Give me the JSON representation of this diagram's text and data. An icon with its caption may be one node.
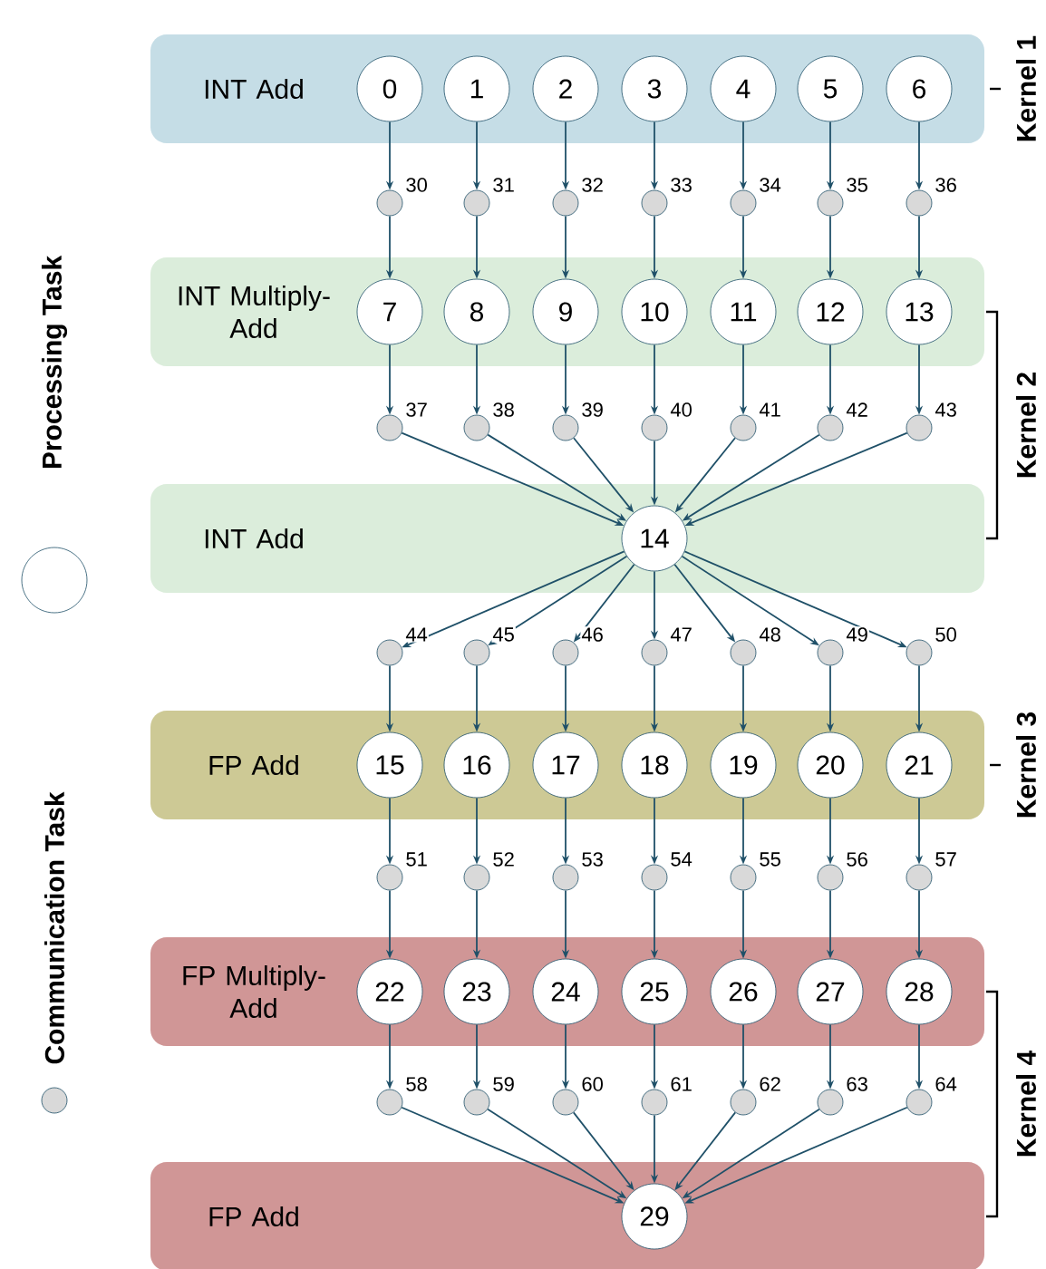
{
  "diagram": {
    "nodes": [
      {
        "text": [
          "INT Add"
        ]
      },
      {
        "text": [
          "0"
        ],
        "in": 0
      },
      {
        "text": [
          "1"
        ],
        "in": 0
      },
      {
        "text": [
          "2"
        ],
        "in": 0
      },
      {
        "text": [
          "3"
        ],
        "in": 0
      },
      {
        "text": [
          "4"
        ],
        "in": 0
      },
      {
        "text": [
          "5"
        ],
        "in": 0
      },
      {
        "text": [
          "6"
        ],
        "in": 0
      },
      {
        "text": [],
        "shape": "circle",
        "beside": [
          "30"
        ]
      },
      {
        "text": [],
        "shape": "circle",
        "beside": [
          "31"
        ]
      },
      {
        "text": [],
        "shape": "circle",
        "beside": [
          "32"
        ]
      },
      {
        "text": [],
        "shape": "circle",
        "beside": [
          "33"
        ]
      },
      {
        "text": [],
        "shape": "circle",
        "beside": [
          "34"
        ]
      },
      {
        "text": [],
        "shape": "circle",
        "beside": [
          "35"
        ]
      },
      {
        "text": [],
        "shape": "circle",
        "beside": [
          "36"
        ]
      },
      {
        "text": [
          "INT Multiply-Add"
        ]
      },
      {
        "text": [
          "7"
        ],
        "in": 15
      },
      {
        "text": [
          "8"
        ],
        "in": 15
      },
      {
        "text": [
          "9"
        ],
        "in": 15
      },
      {
        "text": [
          "10"
        ],
        "in": 15
      },
      {
        "text": [
          "11"
        ],
        "in": 15
      },
      {
        "text": [
          "12"
        ],
        "in": 15
      },
      {
        "text": [
          "13"
        ],
        "in": 15
      },
      {
        "text": [],
        "shape": "circle",
        "beside": [
          "37"
        ]
      },
      {
        "text": [],
        "shape": "circle",
        "beside": [
          "38"
        ]
      },
      {
        "text": [],
        "shape": "circle",
        "beside": [
          "39"
        ]
      },
      {
        "text": [],
        "shape": "circle",
        "beside": [
          "40"
        ]
      },
      {
        "text": [],
        "shape": "circle",
        "beside": [
          "41"
        ]
      },
      {
        "text": [],
        "shape": "circle",
        "beside": [
          "42"
        ]
      },
      {
        "text": [],
        "shape": "circle",
        "beside": [
          "43"
        ]
      },
      {
        "text": [
          "INT Add"
        ]
      },
      {
        "text": [
          "14"
        ],
        "in": 30
      },
      {
        "text": [],
        "shape": "circle",
        "beside": [
          "44"
        ]
      },
      {
        "text": [],
        "shape": "circle",
        "beside": [
          "45"
        ]
      },
      {
        "text": [],
        "shape": "circle",
        "beside": [
          "46"
        ]
      },
      {
        "text": [],
        "shape": "circle",
        "beside": [
          "47"
        ]
      },
      {
        "text": [],
        "shape": "circle",
        "beside": [
          "48"
        ]
      },
      {
        "text": [],
        "shape": "circle",
        "beside": [
          "49"
        ]
      },
      {
        "text": [],
        "shape": "circle",
        "beside": [
          "50"
        ]
      },
      {
        "text": [
          "FP Add"
        ]
      },
      {
        "text": [
          "15"
        ],
        "in": 39
      },
      {
        "text": [
          "16"
        ],
        "in": 39
      },
      {
        "text": [
          "17"
        ],
        "in": 39
      },
      {
        "text": [
          "18"
        ],
        "in": 39
      },
      {
        "text": [
          "19"
        ],
        "in": 39
      },
      {
        "text": [
          "20"
        ],
        "in": 39
      },
      {
        "text": [
          "21"
        ],
        "in": 39
      },
      {
        "text": [],
        "shape": "circle",
        "beside": [
          "51"
        ]
      },
      {
        "text": [],
        "shape": "circle",
        "beside": [
          "52"
        ]
      },
      {
        "text": [],
        "shape": "circle",
        "beside": [
          "53"
        ]
      },
      {
        "text": [],
        "shape": "circle",
        "beside": [
          "54"
        ]
      },
      {
        "text": [],
        "shape": "circle",
        "beside": [
          "55"
        ]
      },
      {
        "text": [],
        "shape": "circle",
        "beside": [
          "56"
        ]
      },
      {
        "text": [],
        "shape": "circle",
        "beside": [
          "57"
        ]
      },
      {
        "text": [
          "FP Multiply-Add"
        ]
      },
      {
        "text": [
          "22"
        ],
        "in": 54
      },
      {
        "text": [
          "23"
        ],
        "in": 54
      },
      {
        "text": [
          "24"
        ],
        "in": 54
      },
      {
        "text": [
          "25"
        ],
        "in": 54
      },
      {
        "text": [
          "26"
        ],
        "in": 54
      },
      {
        "text": [
          "27"
        ],
        "in": 54
      },
      {
        "text": [
          "28"
        ],
        "in": 54
      },
      {
        "text": [],
        "shape": "circle",
        "beside": [
          "58"
        ]
      },
      {
        "text": [],
        "shape": "circle",
        "beside": [
          "59"
        ]
      },
      {
        "text": [],
        "shape": "circle",
        "beside": [
          "60"
        ]
      },
      {
        "text": [],
        "shape": "circle",
        "beside": [
          "61"
        ]
      },
      {
        "text": [],
        "shape": "circle",
        "beside": [
          "62"
        ]
      },
      {
        "text": [],
        "shape": "circle",
        "beside": [
          "63"
        ]
      },
      {
        "text": [],
        "shape": "circle",
        "beside": [
          "64"
        ]
      },
      {
        "text": [
          "FP Add"
        ]
      },
      {
        "text": [
          "29"
        ],
        "in": 69
      }
    ],
    "edges": [
      {
        "from": 1,
        "to": 8,
        "arrow": "to"
      },
      {
        "from": 2,
        "to": 9,
        "arrow": "to"
      },
      {
        "from": 3,
        "to": 10,
        "arrow": "to"
      },
      {
        "from": 4,
        "to": 11,
        "arrow": "to"
      },
      {
        "from": 5,
        "to": 12,
        "arrow": "to"
      },
      {
        "from": 6,
        "to": 13,
        "arrow": "to"
      },
      {
        "from": 7,
        "to": 14,
        "arrow": "to"
      },
      {
        "from": 8,
        "to": 16,
        "arrow": "to"
      },
      {
        "from": 9,
        "to": 17,
        "arrow": "to"
      },
      {
        "from": 10,
        "to": 18,
        "arrow": "to"
      },
      {
        "from": 11,
        "to": 19,
        "arrow": "to"
      },
      {
        "from": 12,
        "to": 20,
        "arrow": "to"
      },
      {
        "from": 13,
        "to": 21,
        "arrow": "to"
      },
      {
        "from": 14,
        "to": 22,
        "arrow": "to"
      },
      {
        "from": 16,
        "to": 23,
        "arrow": "to"
      },
      {
        "from": 17,
        "to": 24,
        "arrow": "to"
      },
      {
        "from": 18,
        "to": 25,
        "arrow": "to"
      },
      {
        "from": 19,
        "to": 26,
        "arrow": "to"
      },
      {
        "from": 20,
        "to": 27,
        "arrow": "to"
      },
      {
        "from": 21,
        "to": 28,
        "arrow": "to"
      },
      {
        "from": 22,
        "to": 29,
        "arrow": "to"
      },
      {
        "from": 23,
        "to": 31,
        "arrow": "to"
      },
      {
        "from": 24,
        "to": 31,
        "arrow": "to"
      },
      {
        "from": 25,
        "to": 31,
        "arrow": "to"
      },
      {
        "from": 26,
        "to": 31,
        "arrow": "to"
      },
      {
        "from": 27,
        "to": 31,
        "arrow": "to"
      },
      {
        "from": 28,
        "to": 31,
        "arrow": "to"
      },
      {
        "from": 29,
        "to": 31,
        "arrow": "to"
      },
      {
        "from": 31,
        "to": 32,
        "arrow": "to"
      },
      {
        "from": 31,
        "to": 33,
        "arrow": "to"
      },
      {
        "from": 31,
        "to": 34,
        "arrow": "to"
      },
      {
        "from": 31,
        "to": 35,
        "arrow": "to"
      },
      {
        "from": 31,
        "to": 36,
        "arrow": "to"
      },
      {
        "from": 31,
        "to": 37,
        "arrow": "to"
      },
      {
        "from": 31,
        "to": 38,
        "arrow": "to"
      },
      {
        "from": 32,
        "to": 40,
        "arrow": "to"
      },
      {
        "from": 33,
        "to": 41,
        "arrow": "to"
      },
      {
        "from": 34,
        "to": 42,
        "arrow": "to"
      },
      {
        "from": 35,
        "to": 43,
        "arrow": "to"
      },
      {
        "from": 36,
        "to": 44,
        "arrow": "to"
      },
      {
        "from": 37,
        "to": 45,
        "arrow": "to"
      },
      {
        "from": 38,
        "to": 46,
        "arrow": "to"
      },
      {
        "from": 40,
        "to": 47,
        "arrow": "to"
      },
      {
        "from": 41,
        "to": 48,
        "arrow": "to"
      },
      {
        "from": 42,
        "to": 49,
        "arrow": "to"
      },
      {
        "from": 43,
        "to": 50,
        "arrow": "to"
      },
      {
        "from": 44,
        "to": 51,
        "arrow": "to"
      },
      {
        "from": 45,
        "to": 52,
        "arrow": "to"
      },
      {
        "from": 46,
        "to": 53,
        "arrow": "to"
      },
      {
        "from": 47,
        "to": 55,
        "arrow": "to"
      },
      {
        "from": 48,
        "to": 56,
        "arrow": "to"
      },
      {
        "from": 49,
        "to": 57,
        "arrow": "to"
      },
      {
        "from": 50,
        "to": 58,
        "arrow": "to"
      },
      {
        "from": 51,
        "to": 59,
        "arrow": "to"
      },
      {
        "from": 52,
        "to": 60,
        "arrow": "to"
      },
      {
        "from": 53,
        "to": 61,
        "arrow": "to"
      },
      {
        "from": 55,
        "to": 62,
        "arrow": "to"
      },
      {
        "from": 56,
        "to": 63,
        "arrow": "to"
      },
      {
        "from": 57,
        "to": 64,
        "arrow": "to"
      },
      {
        "from": 58,
        "to": 65,
        "arrow": "to"
      },
      {
        "from": 59,
        "to": 66,
        "arrow": "to"
      },
      {
        "from": 60,
        "to": 67,
        "arrow": "to"
      },
      {
        "from": 61,
        "to": 68,
        "arrow": "to"
      },
      {
        "from": 62,
        "to": 70,
        "arrow": "to"
      },
      {
        "from": 63,
        "to": 70,
        "arrow": "to"
      },
      {
        "from": 64,
        "to": 70,
        "arrow": "to"
      },
      {
        "from": 65,
        "to": 70,
        "arrow": "to"
      },
      {
        "from": 66,
        "to": 70,
        "arrow": "to"
      },
      {
        "from": 67,
        "to": 70,
        "arrow": "to"
      },
      {
        "from": 68,
        "to": 70,
        "arrow": "to"
      }
    ],
    "labels": [
      "Kernel 1",
      "Kernel 2",
      "Kernel 3",
      "Kernel 4"
    ],
    "legend": [
      {
        "text": "Processing Task"
      },
      {
        "text": "Communication Task"
      }
    ]
  }
}
